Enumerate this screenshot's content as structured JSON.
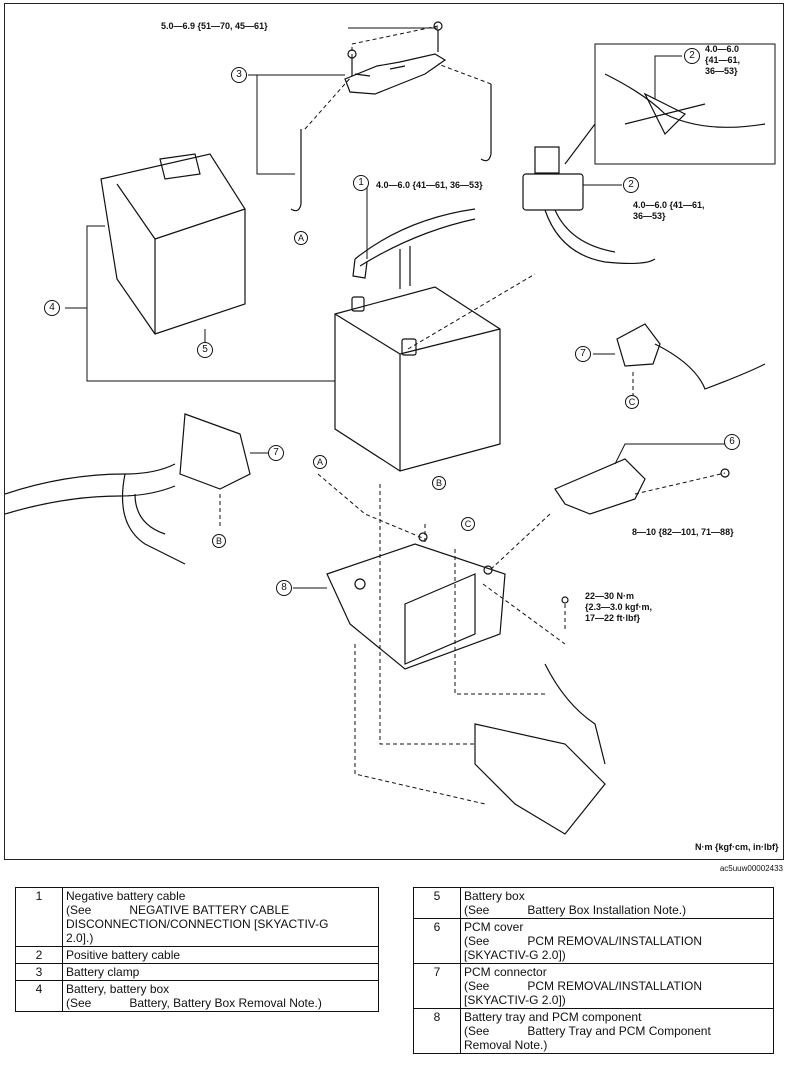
{
  "diagram": {
    "torque_top": "5.0—6.9 {51—70, 45—61}",
    "torque_1": "4.0—6.0 {41—61, 36—53}",
    "torque_2_inset": "4.0—6.0\n{41—61,\n36—53}",
    "torque_2": "4.0—6.0 {41—61,\n36—53}",
    "torque_6": "8—10 {82—101, 71—88}",
    "torque_tray": "22—30 N·m\n{2.3—3.0 kgf·m,\n17—22 ft·lbf}",
    "units_note": "N·m {kgf·cm, in·lbf}",
    "figure_code": "ac5uuw00002433",
    "callouts": [
      "1",
      "2",
      "2",
      "3",
      "4",
      "5",
      "6",
      "7",
      "7",
      "8"
    ],
    "letters": [
      "A",
      "A",
      "B",
      "B",
      "C",
      "C"
    ]
  },
  "legend_left": [
    {
      "num": "1",
      "lines": [
        "Negative battery cable",
        "(See",
        "NEGATIVE BATTERY CABLE",
        "DISCONNECTION/CONNECTION [SKYACTIV-G",
        "2.0].)"
      ]
    },
    {
      "num": "2",
      "lines": [
        "Positive battery cable"
      ]
    },
    {
      "num": "3",
      "lines": [
        "Battery clamp"
      ]
    },
    {
      "num": "4",
      "lines": [
        "Battery, battery box",
        "(See",
        "Battery, Battery Box Removal Note.)"
      ]
    }
  ],
  "legend_right": [
    {
      "num": "5",
      "lines": [
        "Battery box",
        "(See",
        "Battery Box Installation Note.)"
      ]
    },
    {
      "num": "6",
      "lines": [
        "PCM cover",
        "(See",
        "PCM REMOVAL/INSTALLATION",
        "[SKYACTIV-G 2.0])"
      ]
    },
    {
      "num": "7",
      "lines": [
        "PCM connector",
        "(See",
        "PCM REMOVAL/INSTALLATION",
        "[SKYACTIV-G 2.0])"
      ]
    },
    {
      "num": "8",
      "lines": [
        "Battery tray and PCM component",
        "(See",
        "Battery Tray and PCM Component",
        "Removal Note.)"
      ]
    }
  ]
}
